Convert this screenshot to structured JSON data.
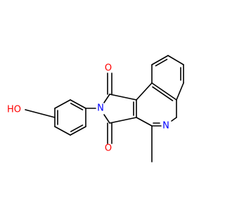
{
  "molecule": {
    "atoms": {
      "o_carbonyl_top": {
        "text": "O",
        "color": "#ff0000"
      },
      "o_carbonyl_bottom": {
        "text": "O",
        "color": "#ff0000"
      },
      "n_imide": {
        "text": "N",
        "color": "#0000ff"
      },
      "n_quinoline": {
        "text": "N",
        "color": "#0000ff"
      },
      "hydroxyl": {
        "text": "HO",
        "color": "#ff0000"
      }
    }
  }
}
